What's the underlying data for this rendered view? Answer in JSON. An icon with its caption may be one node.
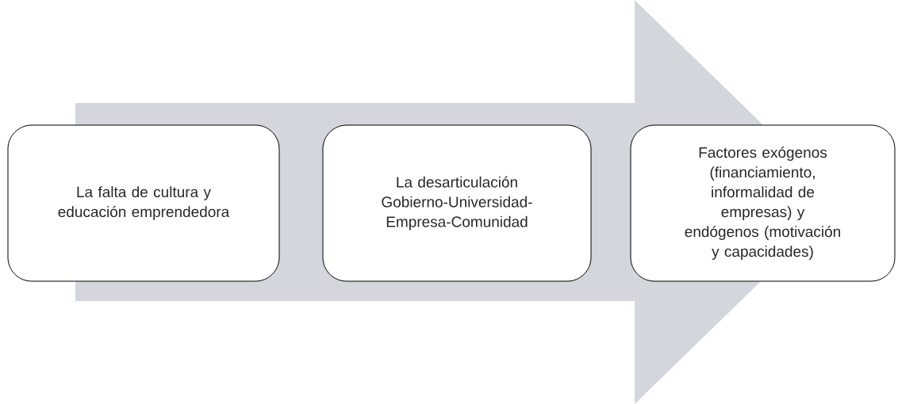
{
  "diagram": {
    "nodes": [
      {
        "text": [
          "La falta de cultura  y educación emprendedora"
        ]
      },
      {
        "text": [
          "La desarticulación Gobierno-Universidad-Empresa-Comunidad"
        ]
      },
      {
        "text": [
          "Factores exógenos (financiamiento, informalidad de empresas) y endógenos (motivación y capacidades)"
        ]
      }
    ],
    "edges": [
      {
        "from": 0,
        "to": 2,
        "arrow": "to"
      }
    ]
  }
}
